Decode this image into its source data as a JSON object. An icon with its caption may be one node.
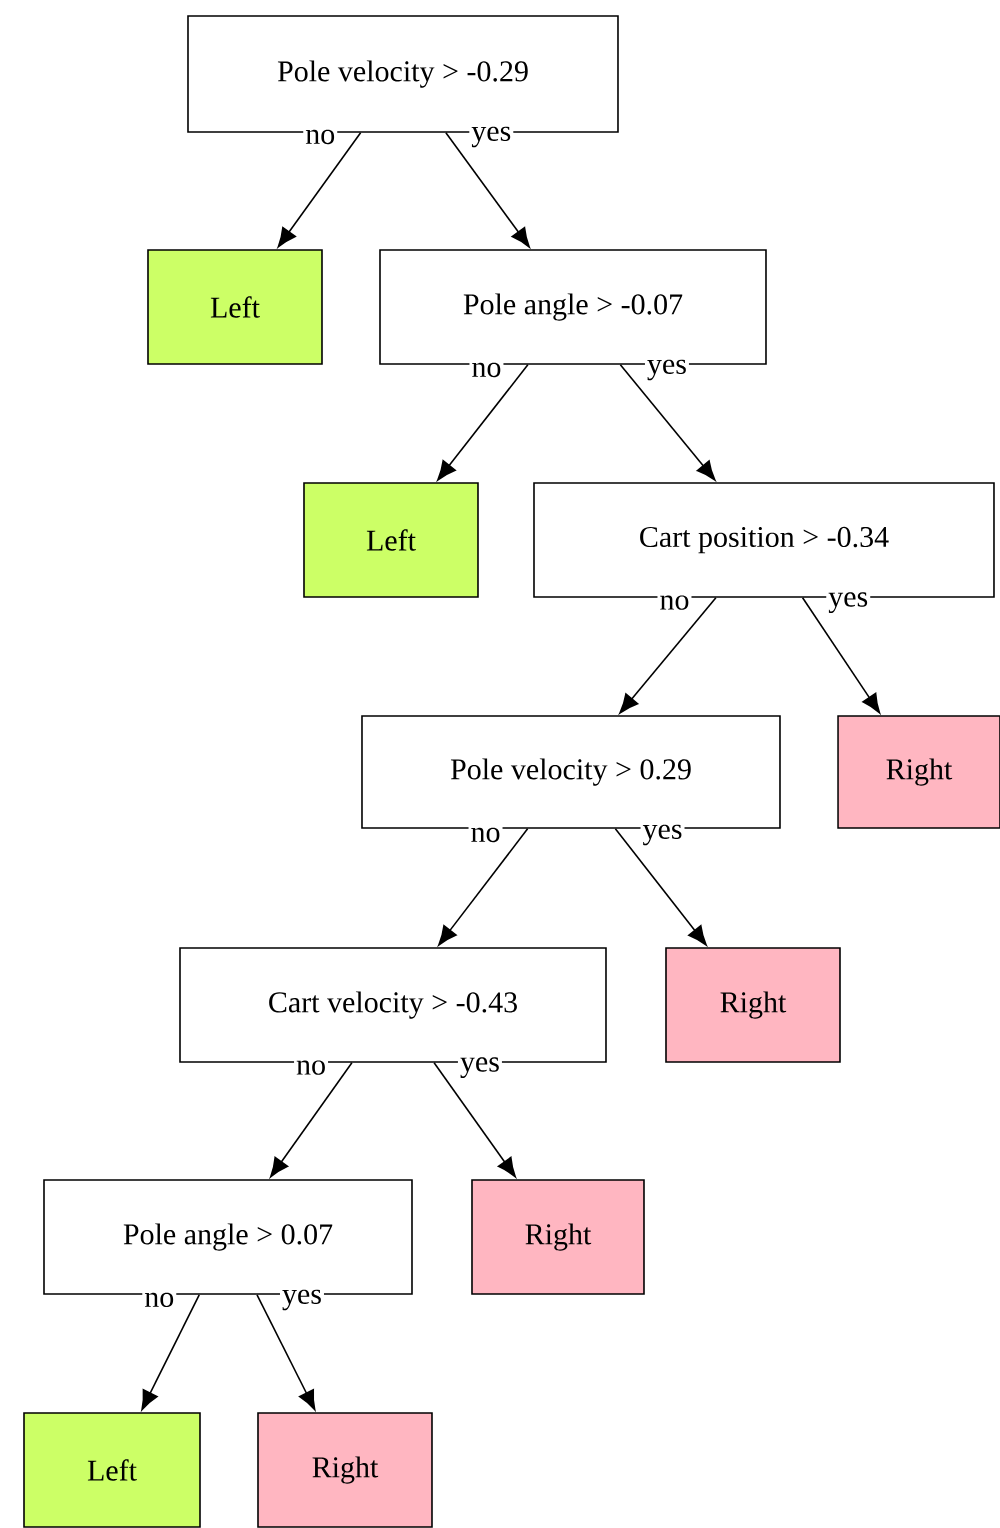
{
  "diagram": {
    "nodes": [
      {
        "text": [
          "Pole velocity > -0.29"
        ]
      },
      {
        "text": [
          "Left"
        ]
      },
      {
        "text": [
          "Pole angle > -0.07"
        ]
      },
      {
        "text": [
          "Left"
        ]
      },
      {
        "text": [
          "Cart position > -0.34"
        ]
      },
      {
        "text": [
          "Pole velocity > 0.29"
        ]
      },
      {
        "text": [
          "Right"
        ]
      },
      {
        "text": [
          "Cart velocity > -0.43"
        ]
      },
      {
        "text": [
          "Right"
        ]
      },
      {
        "text": [
          "Pole angle > 0.07"
        ]
      },
      {
        "text": [
          "Right"
        ]
      },
      {
        "text": [
          "Left"
        ]
      },
      {
        "text": [
          "Right"
        ]
      }
    ],
    "edges": [
      {
        "from": 0,
        "to": 1,
        "arrow": "to",
        "label": "no"
      },
      {
        "from": 0,
        "to": 2,
        "arrow": "to",
        "label": "yes"
      },
      {
        "from": 2,
        "to": 3,
        "arrow": "to",
        "label": "no"
      },
      {
        "from": 2,
        "to": 4,
        "arrow": "to",
        "label": "yes"
      },
      {
        "from": 4,
        "to": 5,
        "arrow": "to",
        "label": "no"
      },
      {
        "from": 4,
        "to": 6,
        "arrow": "to",
        "label": "yes"
      },
      {
        "from": 5,
        "to": 7,
        "arrow": "to",
        "label": "no"
      },
      {
        "from": 5,
        "to": 8,
        "arrow": "to",
        "label": "yes"
      },
      {
        "from": 7,
        "to": 9,
        "arrow": "to",
        "label": "no"
      },
      {
        "from": 7,
        "to": 10,
        "arrow": "to",
        "label": "yes"
      },
      {
        "from": 9,
        "to": 11,
        "arrow": "to",
        "label": "no"
      },
      {
        "from": 9,
        "to": 12,
        "arrow": "to",
        "label": "yes"
      }
    ]
  }
}
